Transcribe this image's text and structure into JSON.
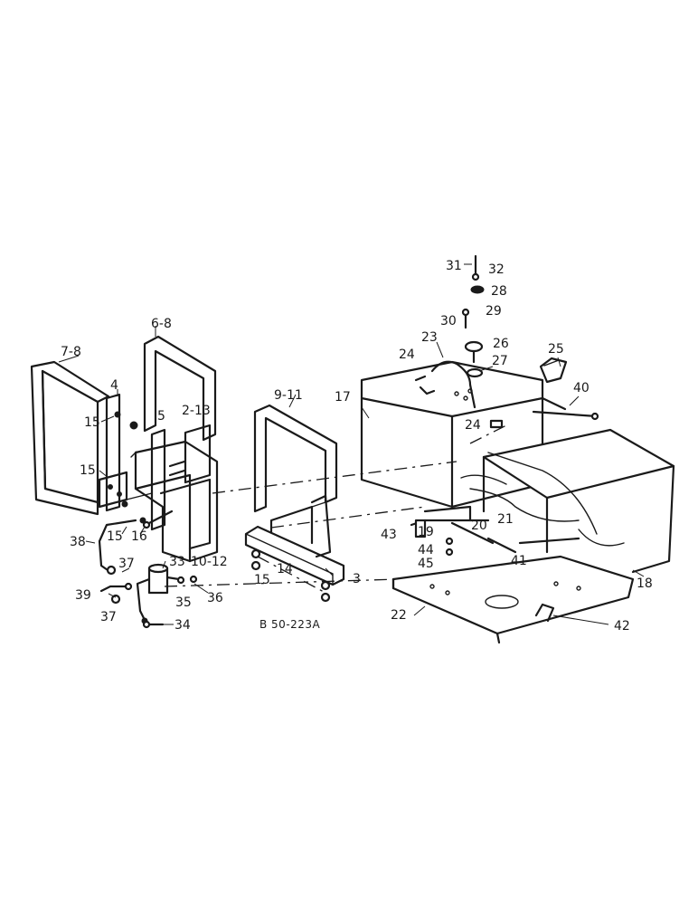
{
  "diagram": {
    "drawing_code": "B 50-223A",
    "callouts": [
      {
        "id": "c31",
        "text": "31"
      },
      {
        "id": "c32",
        "text": "32"
      },
      {
        "id": "c28",
        "text": "28"
      },
      {
        "id": "c30",
        "text": "30"
      },
      {
        "id": "c29",
        "text": "29"
      },
      {
        "id": "c23",
        "text": "23"
      },
      {
        "id": "c26",
        "text": "26"
      },
      {
        "id": "c25",
        "text": "25"
      },
      {
        "id": "c24a",
        "text": "24"
      },
      {
        "id": "c27",
        "text": "27"
      },
      {
        "id": "c40",
        "text": "40"
      },
      {
        "id": "c17",
        "text": "17"
      },
      {
        "id": "c24b",
        "text": "24"
      },
      {
        "id": "c9-11",
        "text": "9-11"
      },
      {
        "id": "c6-8",
        "text": "6-8"
      },
      {
        "id": "c7-8",
        "text": "7-8"
      },
      {
        "id": "c4",
        "text": "4"
      },
      {
        "id": "c2-13",
        "text": "2-13"
      },
      {
        "id": "c5",
        "text": "5"
      },
      {
        "id": "c15a",
        "text": "15"
      },
      {
        "id": "c15b",
        "text": "15"
      },
      {
        "id": "c15c",
        "text": "15"
      },
      {
        "id": "c16",
        "text": "16"
      },
      {
        "id": "c10-12",
        "text": "10-12"
      },
      {
        "id": "c38",
        "text": "38"
      },
      {
        "id": "c37a",
        "text": "37"
      },
      {
        "id": "c33",
        "text": "33"
      },
      {
        "id": "c39",
        "text": "39"
      },
      {
        "id": "c37b",
        "text": "37"
      },
      {
        "id": "c35",
        "text": "35"
      },
      {
        "id": "c36",
        "text": "36"
      },
      {
        "id": "c34",
        "text": "34"
      },
      {
        "id": "c14",
        "text": "14"
      },
      {
        "id": "c15d",
        "text": "15"
      },
      {
        "id": "c3",
        "text": "3"
      },
      {
        "id": "c43",
        "text": "43"
      },
      {
        "id": "c19",
        "text": "19"
      },
      {
        "id": "c20",
        "text": "20"
      },
      {
        "id": "c21",
        "text": "21"
      },
      {
        "id": "c44",
        "text": "44"
      },
      {
        "id": "c45",
        "text": "45"
      },
      {
        "id": "c41",
        "text": "41"
      },
      {
        "id": "c18",
        "text": "18"
      },
      {
        "id": "c22",
        "text": "22"
      },
      {
        "id": "c42",
        "text": "42"
      }
    ]
  }
}
